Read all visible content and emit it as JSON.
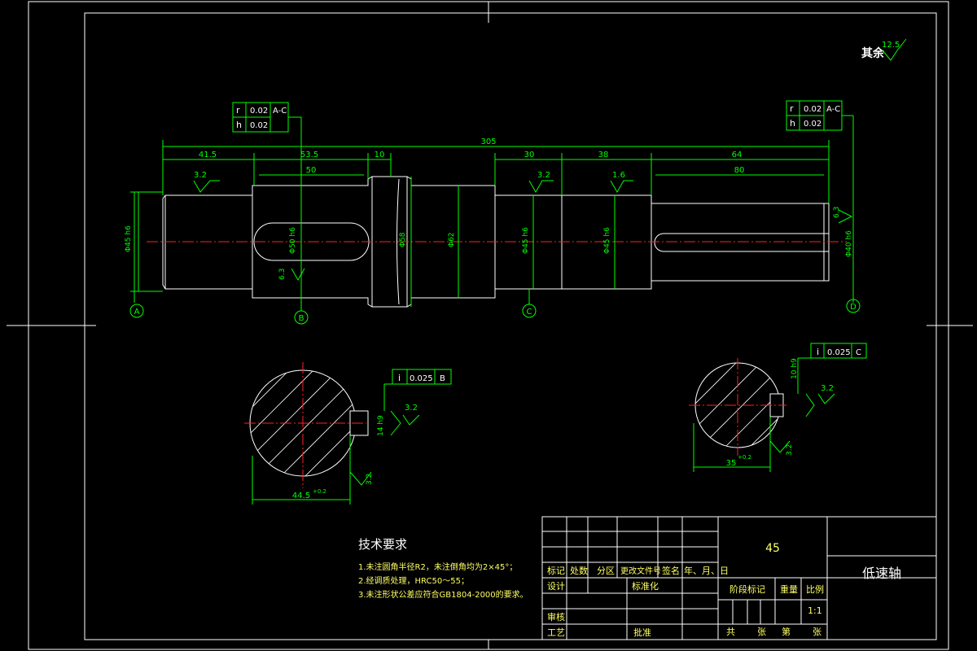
{
  "surface_finish": {
    "label": "其余",
    "value": "12.5"
  },
  "tolerance_frames": {
    "left_r": {
      "sym": "r",
      "val": "0.02",
      "ref": "A-C"
    },
    "left_h": {
      "sym": "h",
      "val": "0.02"
    },
    "right_r": {
      "sym": "r",
      "val": "0.02",
      "ref": "A-C"
    },
    "right_h": {
      "sym": "h",
      "val": "0.02"
    },
    "sec1": {
      "sym": "i",
      "val": "0.025",
      "ref": "B"
    },
    "sec2": {
      "sym": "i",
      "val": "0.025",
      "ref": "C"
    }
  },
  "dimensions": {
    "overall": "305",
    "d41": "41.5",
    "d53": "53.5",
    "d10": "10",
    "d30": "30",
    "d38": "38",
    "d64": "64",
    "d50": "50",
    "d80": "80",
    "ra1": "3.2",
    "ra2": "3.2",
    "ra3": "1.6",
    "ra4": "6.3",
    "ra5": "6.3",
    "dia1": "Φ45 h6",
    "dia2": "Φ50 h6",
    "dia3": "Φ58",
    "dia4": "Φ62",
    "dia5": "Φ45 h6",
    "dia6": "Φ45 h6",
    "dia7": "Φ40 h6",
    "sec1_width": "44.5",
    "sec1_tol": "+0.2",
    "sec1_key": "14 h9",
    "sec1_ra": "3.2",
    "sec1_ra2": "3.2",
    "sec2_width": "35",
    "sec2_tol": "+0.2",
    "sec2_key": "10 h9",
    "sec2_ra": "3.2",
    "sec2_ra2": "3.2"
  },
  "datums": [
    "A",
    "B",
    "C",
    "D"
  ],
  "tech_req": {
    "title": "技术要求",
    "lines": [
      "1.未注圆角半径R2，未注倒角均为2×45°；",
      "2.经调质处理，HRC50～55；",
      "3.未注形状公差应符合GB1804-2000的要求。"
    ]
  },
  "title_block": {
    "material": "45",
    "part_name": "低速轴",
    "scale": "1:1",
    "row_headers": [
      "标记",
      "处数",
      "分区",
      "更改文件号",
      "签名",
      "年、月、日"
    ],
    "design": "设计",
    "standard": "标准化",
    "stage": "阶段标记",
    "weight": "重量",
    "ratio": "比例",
    "check": "审核",
    "craft": "工艺",
    "approve": "批准",
    "sheets": [
      "共",
      "张",
      "第",
      "张"
    ]
  }
}
